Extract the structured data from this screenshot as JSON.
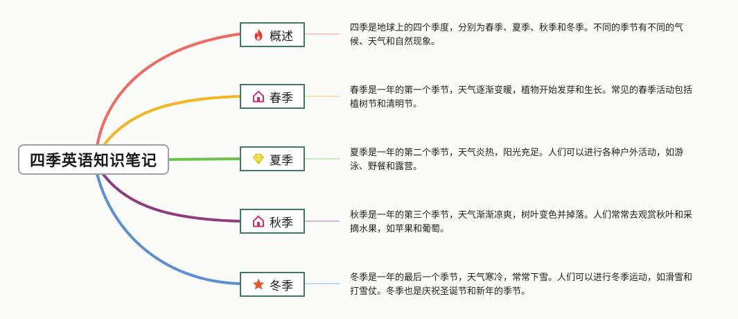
{
  "root": {
    "title": "四季英语知识笔记"
  },
  "branches": [
    {
      "label": "概述",
      "icon": "fire-icon",
      "color": "#f0695f",
      "description": "四季是地球上的四个季度，分别为春季、夏季、秋季和冬季。不同的季节有不同的气候、天气和自然现象。"
    },
    {
      "label": "春季",
      "icon": "house-icon",
      "color": "#f6b41f",
      "description": "春季是一年的第一个季节，天气逐渐变暖，植物开始发芽和生长。常见的春季活动包括植树节和清明节。"
    },
    {
      "label": "夏季",
      "icon": "diamond-icon",
      "color": "#6cc24a",
      "description": "夏季是一年的第二个季节，天气炎热，阳光充足。人们可以进行各种户外活动，如游泳、野餐和露营。"
    },
    {
      "label": "秋季",
      "icon": "house-icon",
      "color": "#8e3b82",
      "description": "秋季是一年的第三个季节，天气渐渐凉爽，树叶变色并掉落。人们常常去观赏秋叶和采摘水果，如苹果和葡萄。"
    },
    {
      "label": "冬季",
      "icon": "star-icon",
      "color": "#5b8fd1",
      "description": "冬季是一年的最后一个季节，天气寒冷，常常下雪。人们可以进行冬季运动，如滑雪和打雪仗。冬季也是庆祝圣诞节和新年的季节。"
    }
  ]
}
